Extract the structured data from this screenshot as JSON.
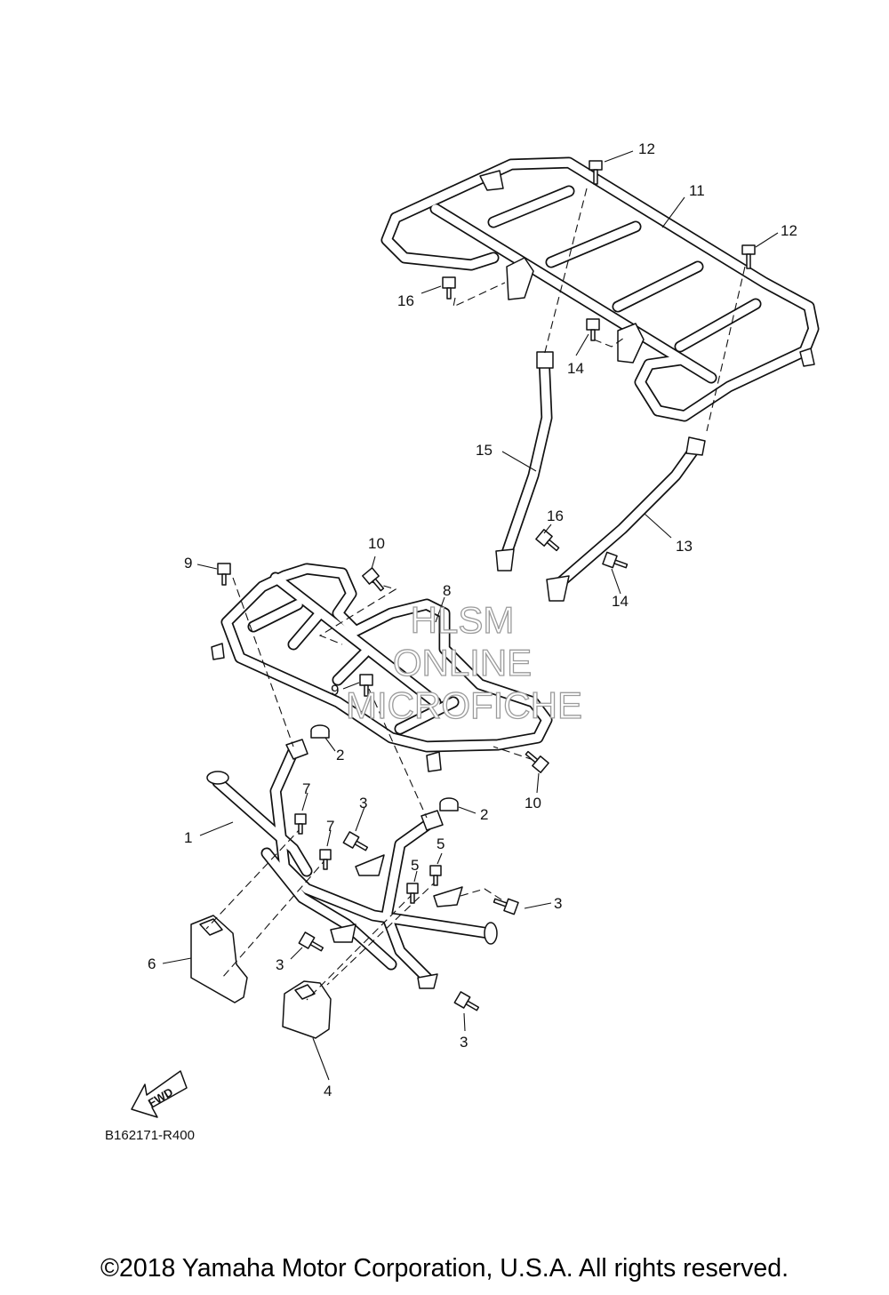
{
  "diagram": {
    "labels": [
      "1",
      "2",
      "2",
      "3",
      "3",
      "3",
      "3",
      "4",
      "5",
      "5",
      "6",
      "7",
      "7",
      "8",
      "9",
      "9",
      "10",
      "10",
      "11",
      "12",
      "12",
      "13",
      "14",
      "14",
      "15",
      "16",
      "16"
    ],
    "drawing_code": "B162171-R400",
    "fwd_arrow": "FWD"
  },
  "watermark": {
    "line1": "HLSM",
    "line2": "ONLINE",
    "line3": "MICROFICHE"
  },
  "footer": {
    "copyright": "©2018 Yamaha Motor Corporation, U.S.A. All rights reserved."
  },
  "colors": {
    "line": "#111111",
    "watermark_outline": "#9b9b9b",
    "background": "#ffffff"
  }
}
